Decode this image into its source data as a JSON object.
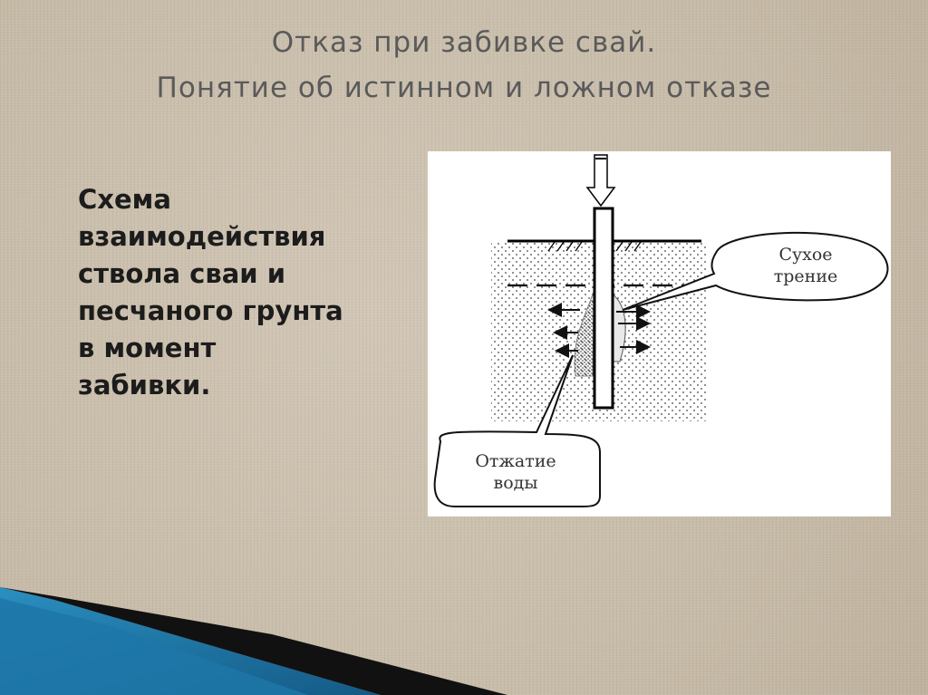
{
  "slide": {
    "title_line1": "Отказ при забивке свай.",
    "title_line2": "Понятие об истинном и ложном отказе",
    "text_lines": [
      "Схема",
      "взаимодействия",
      "ствола сваи и",
      "песчаного грунта",
      "в момент",
      "забивки."
    ]
  },
  "diagram": {
    "label_dry_friction": [
      "Сухое",
      "трение"
    ],
    "label_water_squeeze": [
      "Отжатие",
      "воды"
    ]
  },
  "colors": {
    "title": "#5a5a5a",
    "text": "#1c1c1c",
    "wave_blue": "#1e6f9b",
    "wave_dark": "#111111"
  }
}
